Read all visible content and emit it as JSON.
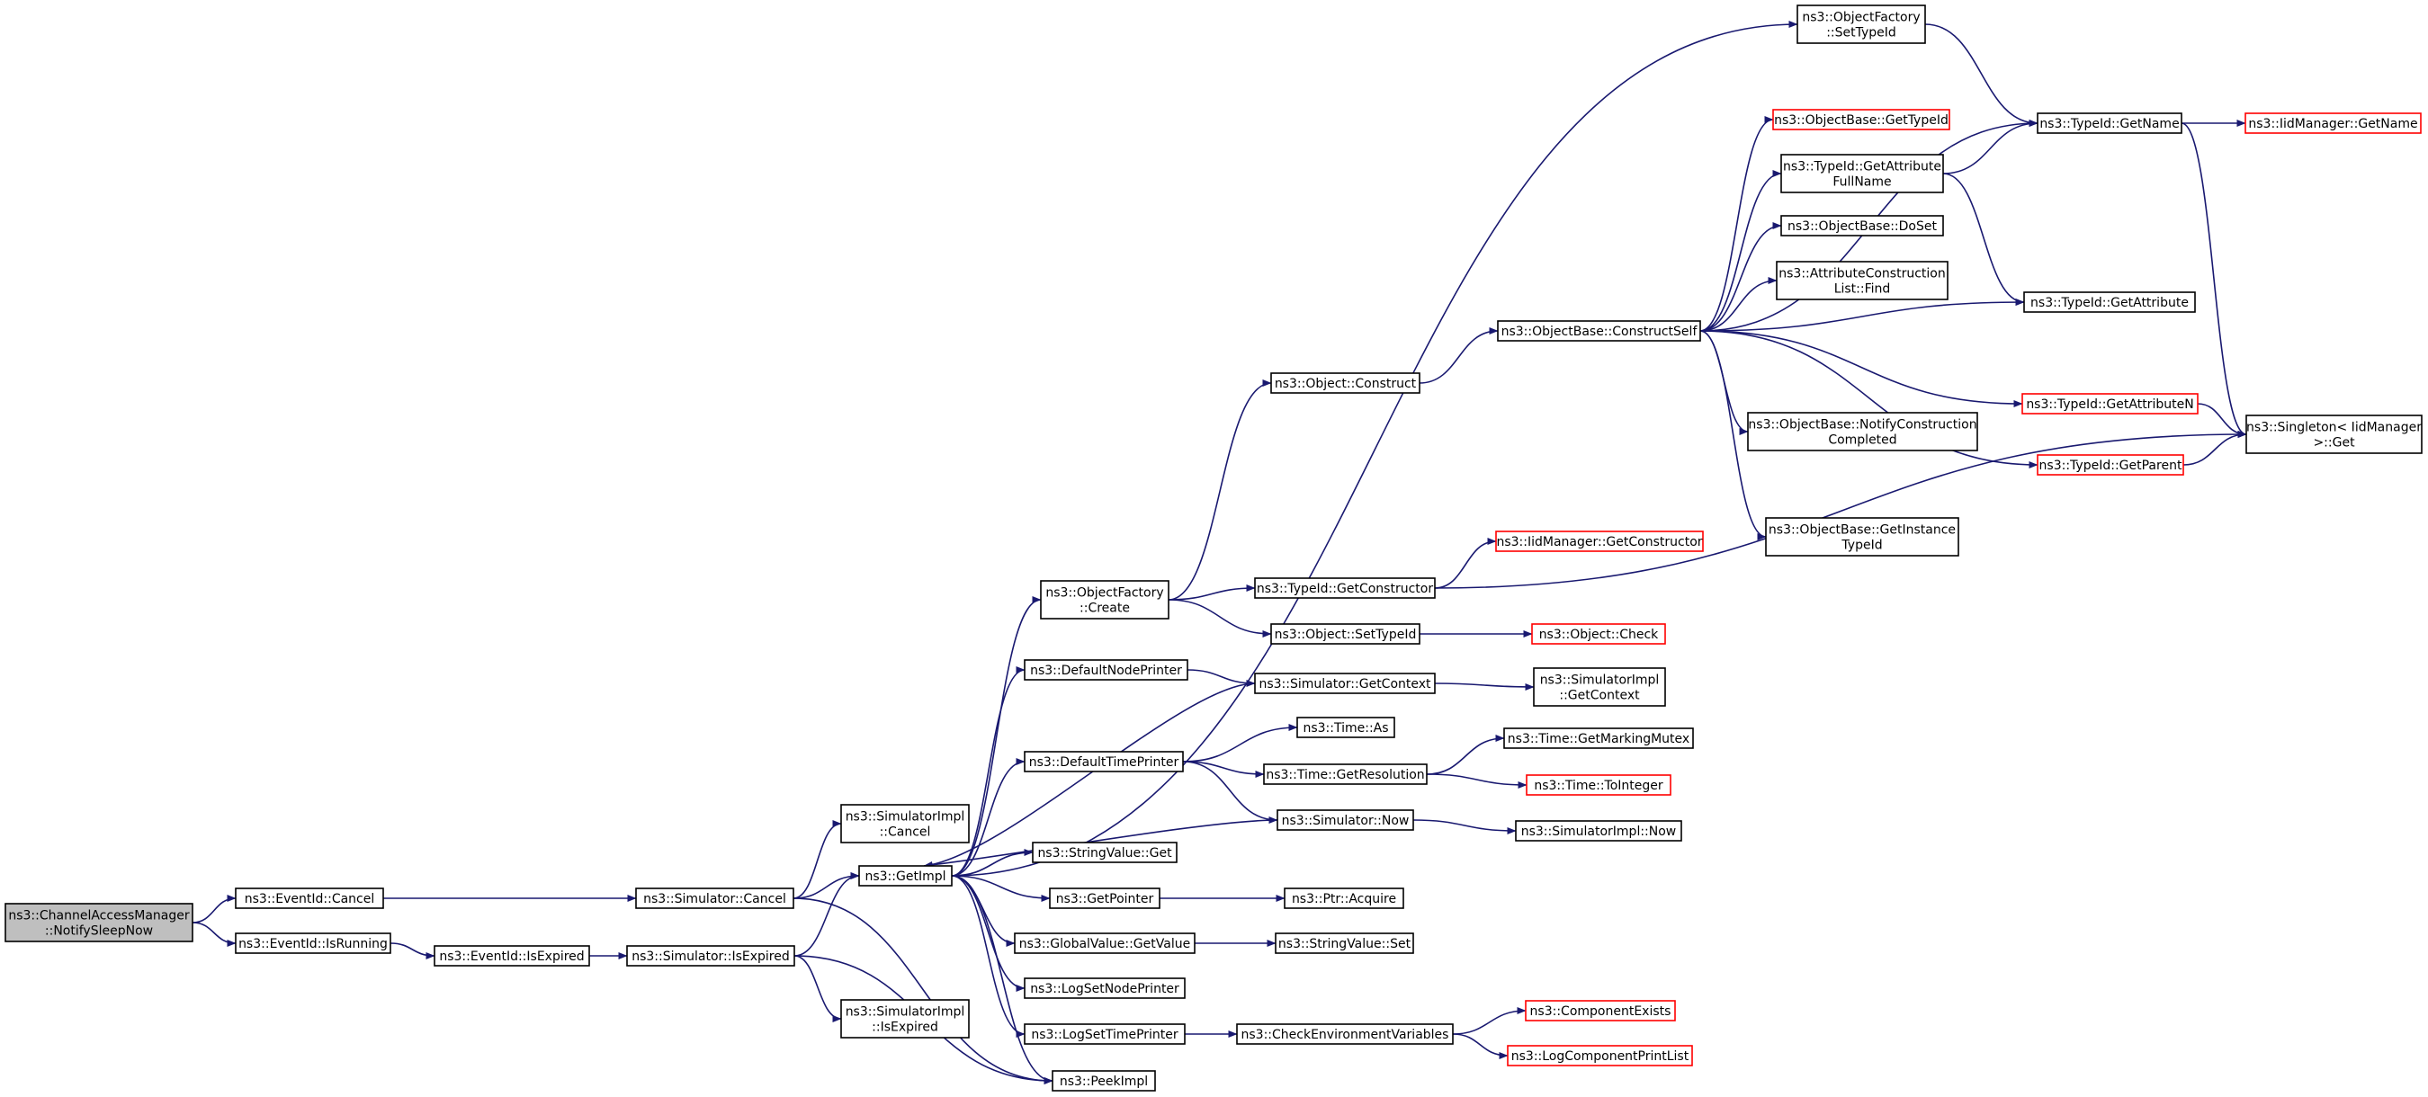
{
  "graph": {
    "colors": {
      "edge": "#191970",
      "node_border": "#000000",
      "incomplete_border": "#ff0000",
      "root_fill": "#bfbfbf"
    },
    "nodes": [
      {
        "id": "root",
        "lines": [
          "ns3::ChannelAccessManager",
          "::NotifySleepNow"
        ],
        "kind": "root"
      },
      {
        "id": "eid_cancel",
        "lines": [
          "ns3::EventId::Cancel"
        ],
        "kind": "normal"
      },
      {
        "id": "eid_isrunning",
        "lines": [
          "ns3::EventId::IsRunning"
        ],
        "kind": "normal"
      },
      {
        "id": "eid_isexpired",
        "lines": [
          "ns3::EventId::IsExpired"
        ],
        "kind": "normal"
      },
      {
        "id": "sim_cancel",
        "lines": [
          "ns3::Simulator::Cancel"
        ],
        "kind": "normal"
      },
      {
        "id": "sim_isexpired",
        "lines": [
          "ns3::Simulator::IsExpired"
        ],
        "kind": "normal"
      },
      {
        "id": "simimpl_cancel",
        "lines": [
          "ns3::SimulatorImpl",
          "::Cancel"
        ],
        "kind": "normal"
      },
      {
        "id": "simimpl_isexpired",
        "lines": [
          "ns3::SimulatorImpl",
          "::IsExpired"
        ],
        "kind": "normal"
      },
      {
        "id": "getimpl",
        "lines": [
          "ns3::GetImpl"
        ],
        "kind": "normal"
      },
      {
        "id": "peekimpl",
        "lines": [
          "ns3::PeekImpl"
        ],
        "kind": "normal"
      },
      {
        "id": "of_create",
        "lines": [
          "ns3::ObjectFactory",
          "::Create"
        ],
        "kind": "normal"
      },
      {
        "id": "defnodeprinter",
        "lines": [
          "ns3::DefaultNodePrinter"
        ],
        "kind": "normal"
      },
      {
        "id": "deftimeprinter",
        "lines": [
          "ns3::DefaultTimePrinter"
        ],
        "kind": "normal"
      },
      {
        "id": "stringvalue_get",
        "lines": [
          "ns3::StringValue::Get"
        ],
        "kind": "normal"
      },
      {
        "id": "getpointer",
        "lines": [
          "ns3::GetPointer"
        ],
        "kind": "normal"
      },
      {
        "id": "globalvalue_getvalue",
        "lines": [
          "ns3::GlobalValue::GetValue"
        ],
        "kind": "normal"
      },
      {
        "id": "logsetnodeprinter",
        "lines": [
          "ns3::LogSetNodePrinter"
        ],
        "kind": "normal"
      },
      {
        "id": "logsettimeprinter",
        "lines": [
          "ns3::LogSetTimePrinter"
        ],
        "kind": "normal"
      },
      {
        "id": "object_construct",
        "lines": [
          "ns3::Object::Construct"
        ],
        "kind": "normal"
      },
      {
        "id": "typeid_getconstructor",
        "lines": [
          "ns3::TypeId::GetConstructor"
        ],
        "kind": "normal"
      },
      {
        "id": "object_settypeid",
        "lines": [
          "ns3::Object::SetTypeId"
        ],
        "kind": "normal"
      },
      {
        "id": "sim_getcontext",
        "lines": [
          "ns3::Simulator::GetContext"
        ],
        "kind": "normal"
      },
      {
        "id": "time_as",
        "lines": [
          "ns3::Time::As"
        ],
        "kind": "normal"
      },
      {
        "id": "time_getresolution",
        "lines": [
          "ns3::Time::GetResolution"
        ],
        "kind": "normal"
      },
      {
        "id": "sim_now",
        "lines": [
          "ns3::Simulator::Now"
        ],
        "kind": "normal"
      },
      {
        "id": "ptr_acquire",
        "lines": [
          "ns3::Ptr::Acquire"
        ],
        "kind": "normal"
      },
      {
        "id": "stringvalue_set",
        "lines": [
          "ns3::StringValue::Set"
        ],
        "kind": "normal"
      },
      {
        "id": "checkenv",
        "lines": [
          "ns3::CheckEnvironmentVariables"
        ],
        "kind": "normal"
      },
      {
        "id": "objbase_constructself",
        "lines": [
          "ns3::ObjectBase::ConstructSelf"
        ],
        "kind": "normal"
      },
      {
        "id": "iidmgr_getconstructor",
        "lines": [
          "ns3::IidManager::GetConstructor"
        ],
        "kind": "incomplete"
      },
      {
        "id": "object_check",
        "lines": [
          "ns3::Object::Check"
        ],
        "kind": "incomplete"
      },
      {
        "id": "simimpl_getcontext",
        "lines": [
          "ns3::SimulatorImpl",
          "::GetContext"
        ],
        "kind": "normal"
      },
      {
        "id": "time_getmarkingmutex",
        "lines": [
          "ns3::Time::GetMarkingMutex"
        ],
        "kind": "normal"
      },
      {
        "id": "time_tointeger",
        "lines": [
          "ns3::Time::ToInteger"
        ],
        "kind": "incomplete"
      },
      {
        "id": "simimpl_now",
        "lines": [
          "ns3::SimulatorImpl::Now"
        ],
        "kind": "normal"
      },
      {
        "id": "componentexists",
        "lines": [
          "ns3::ComponentExists"
        ],
        "kind": "incomplete"
      },
      {
        "id": "logcomponentprintlist",
        "lines": [
          "ns3::LogComponentPrintList"
        ],
        "kind": "incomplete"
      },
      {
        "id": "of_settypeid",
        "lines": [
          "ns3::ObjectFactory",
          "::SetTypeId"
        ],
        "kind": "normal"
      },
      {
        "id": "objbase_gettypeid",
        "lines": [
          "ns3::ObjectBase::GetTypeId"
        ],
        "kind": "incomplete"
      },
      {
        "id": "typeid_getattributefullname",
        "lines": [
          "ns3::TypeId::GetAttribute",
          "FullName"
        ],
        "kind": "normal"
      },
      {
        "id": "objbase_doset",
        "lines": [
          "ns3::ObjectBase::DoSet"
        ],
        "kind": "normal"
      },
      {
        "id": "attrconstructionlist_find",
        "lines": [
          "ns3::AttributeConstruction",
          "List::Find"
        ],
        "kind": "normal"
      },
      {
        "id": "objbase_notifyconstructioncompleted",
        "lines": [
          "ns3::ObjectBase::NotifyConstruction",
          "Completed"
        ],
        "kind": "normal"
      },
      {
        "id": "objbase_getinstancetypeid",
        "lines": [
          "ns3::ObjectBase::GetInstance",
          "TypeId"
        ],
        "kind": "normal"
      },
      {
        "id": "typeid_getname",
        "lines": [
          "ns3::TypeId::GetName"
        ],
        "kind": "normal"
      },
      {
        "id": "typeid_getattribute",
        "lines": [
          "ns3::TypeId::GetAttribute"
        ],
        "kind": "normal"
      },
      {
        "id": "typeid_getattributen",
        "lines": [
          "ns3::TypeId::GetAttributeN"
        ],
        "kind": "incomplete"
      },
      {
        "id": "typeid_getparent",
        "lines": [
          "ns3::TypeId::GetParent"
        ],
        "kind": "incomplete"
      },
      {
        "id": "iidmgr_getname",
        "lines": [
          "ns3::IidManager::GetName"
        ],
        "kind": "incomplete"
      },
      {
        "id": "singleton_get",
        "lines": [
          "ns3::Singleton< IidManager",
          " >::Get"
        ],
        "kind": "normal"
      }
    ],
    "edges": [
      [
        "root",
        "eid_cancel"
      ],
      [
        "root",
        "eid_isrunning"
      ],
      [
        "eid_cancel",
        "sim_cancel"
      ],
      [
        "eid_isrunning",
        "eid_isexpired"
      ],
      [
        "eid_isexpired",
        "sim_isexpired"
      ],
      [
        "sim_cancel",
        "simimpl_cancel"
      ],
      [
        "sim_cancel",
        "getimpl"
      ],
      [
        "sim_cancel",
        "peekimpl"
      ],
      [
        "sim_isexpired",
        "getimpl"
      ],
      [
        "sim_isexpired",
        "peekimpl"
      ],
      [
        "sim_isexpired",
        "simimpl_isexpired"
      ],
      [
        "getimpl",
        "of_create"
      ],
      [
        "getimpl",
        "defnodeprinter"
      ],
      [
        "getimpl",
        "deftimeprinter"
      ],
      [
        "getimpl",
        "stringvalue_get"
      ],
      [
        "getimpl",
        "getpointer"
      ],
      [
        "getimpl",
        "globalvalue_getvalue"
      ],
      [
        "getimpl",
        "logsetnodeprinter"
      ],
      [
        "getimpl",
        "logsettimeprinter"
      ],
      [
        "getimpl",
        "peekimpl"
      ],
      [
        "getimpl",
        "of_settypeid"
      ],
      [
        "of_create",
        "object_construct"
      ],
      [
        "of_create",
        "typeid_getconstructor"
      ],
      [
        "of_create",
        "object_settypeid"
      ],
      [
        "defnodeprinter",
        "sim_getcontext"
      ],
      [
        "sim_getcontext",
        "getimpl"
      ],
      [
        "sim_getcontext",
        "simimpl_getcontext"
      ],
      [
        "deftimeprinter",
        "time_as"
      ],
      [
        "deftimeprinter",
        "time_getresolution"
      ],
      [
        "deftimeprinter",
        "sim_now"
      ],
      [
        "sim_now",
        "getimpl"
      ],
      [
        "sim_now",
        "simimpl_now"
      ],
      [
        "time_getresolution",
        "time_getmarkingmutex"
      ],
      [
        "time_getresolution",
        "time_tointeger"
      ],
      [
        "getpointer",
        "ptr_acquire"
      ],
      [
        "globalvalue_getvalue",
        "stringvalue_set"
      ],
      [
        "logsettimeprinter",
        "checkenv"
      ],
      [
        "checkenv",
        "componentexists"
      ],
      [
        "checkenv",
        "logcomponentprintlist"
      ],
      [
        "object_construct",
        "objbase_constructself"
      ],
      [
        "typeid_getconstructor",
        "iidmgr_getconstructor"
      ],
      [
        "typeid_getconstructor",
        "singleton_get"
      ],
      [
        "object_settypeid",
        "object_check"
      ],
      [
        "objbase_constructself",
        "typeid_getname"
      ],
      [
        "objbase_constructself",
        "objbase_gettypeid"
      ],
      [
        "objbase_constructself",
        "typeid_getattributefullname"
      ],
      [
        "objbase_constructself",
        "objbase_doset"
      ],
      [
        "objbase_constructself",
        "attrconstructionlist_find"
      ],
      [
        "objbase_constructself",
        "typeid_getattribute"
      ],
      [
        "objbase_constructself",
        "typeid_getattributen"
      ],
      [
        "objbase_constructself",
        "typeid_getparent"
      ],
      [
        "objbase_constructself",
        "objbase_notifyconstructioncompleted"
      ],
      [
        "objbase_constructself",
        "objbase_getinstancetypeid"
      ],
      [
        "typeid_getattributefullname",
        "typeid_getname"
      ],
      [
        "typeid_getattributefullname",
        "typeid_getattribute"
      ],
      [
        "of_settypeid",
        "typeid_getname"
      ],
      [
        "typeid_getname",
        "iidmgr_getname"
      ],
      [
        "typeid_getname",
        "singleton_get"
      ],
      [
        "typeid_getattributen",
        "singleton_get"
      ],
      [
        "typeid_getparent",
        "singleton_get"
      ]
    ]
  }
}
